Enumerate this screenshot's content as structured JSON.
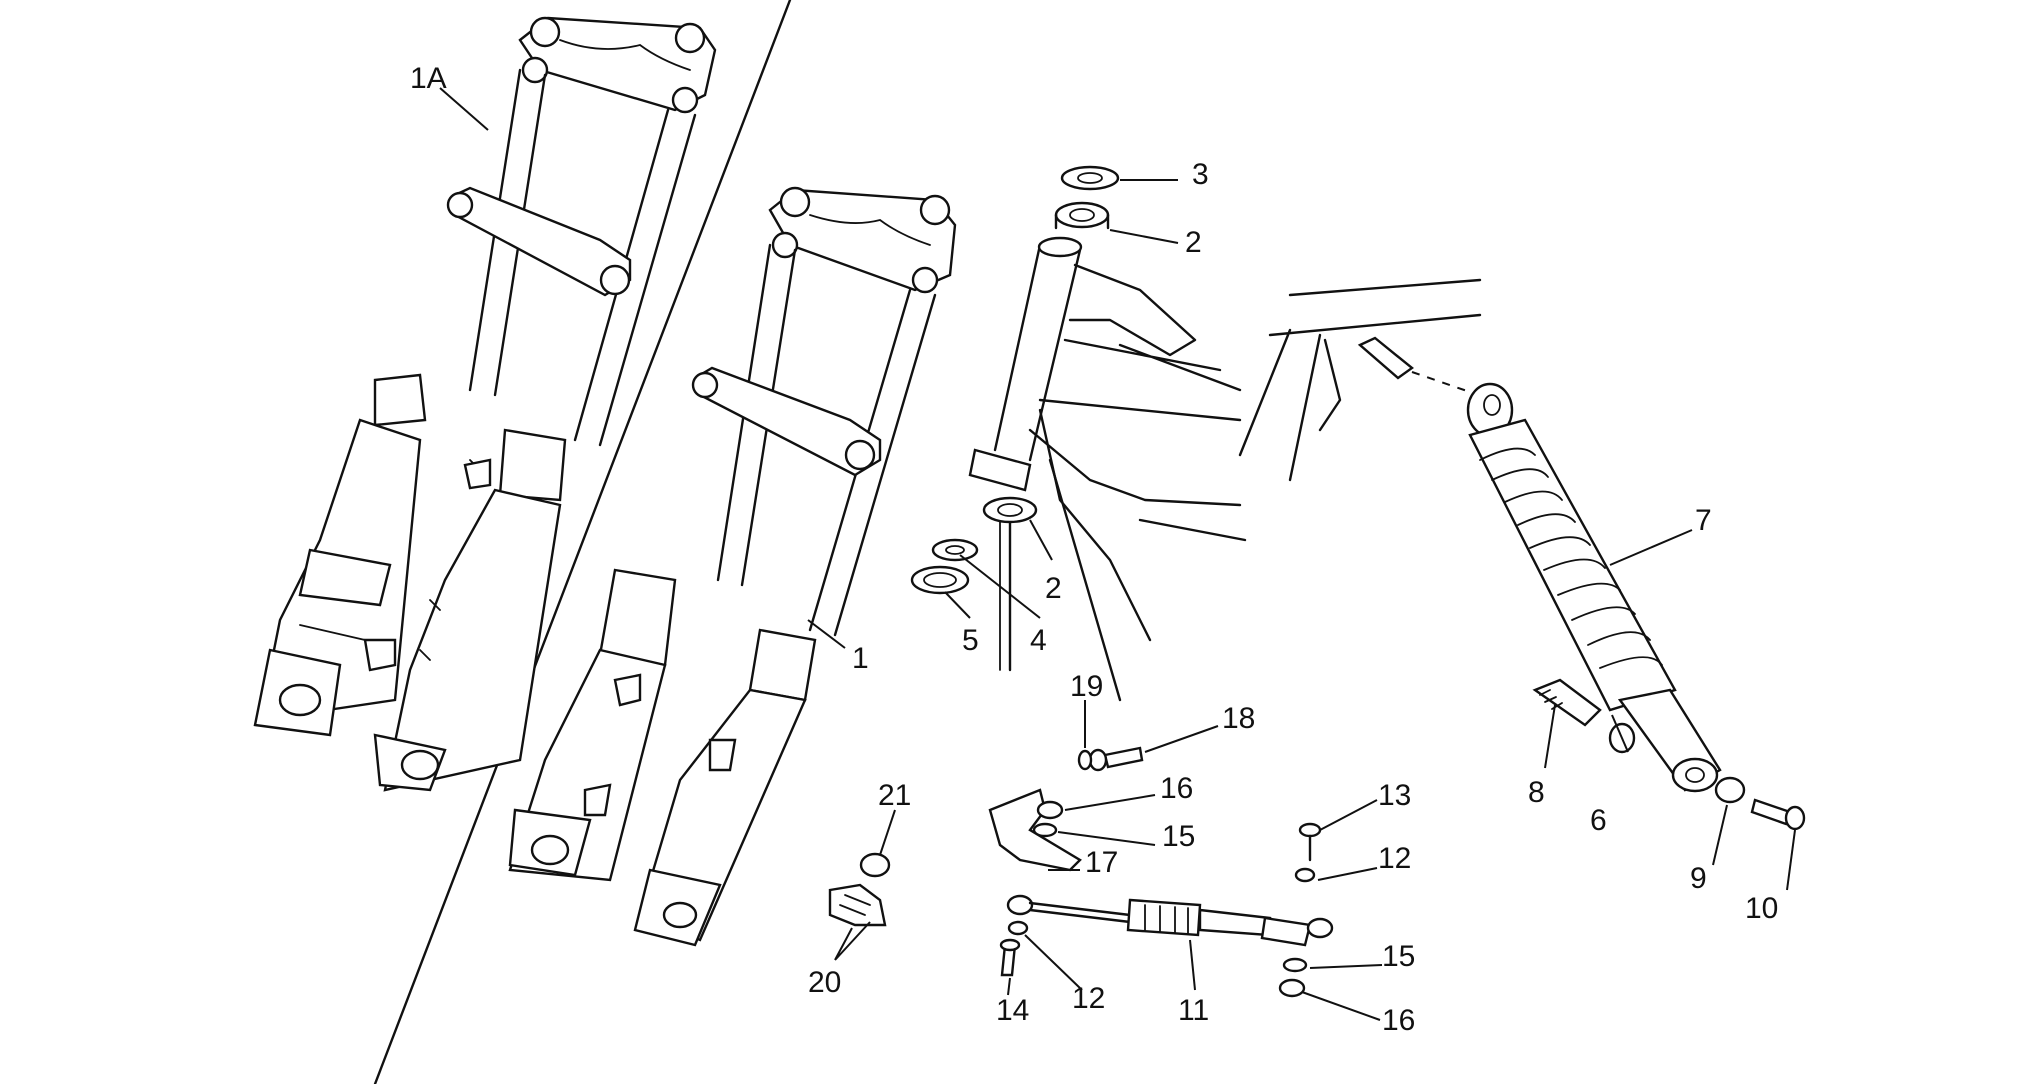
{
  "callouts": [
    {
      "id": "c1A",
      "text": "1A"
    },
    {
      "id": "c1",
      "text": "1"
    },
    {
      "id": "c2a",
      "text": "2"
    },
    {
      "id": "c2b",
      "text": "2"
    },
    {
      "id": "c3",
      "text": "3"
    },
    {
      "id": "c4",
      "text": "4"
    },
    {
      "id": "c5",
      "text": "5"
    },
    {
      "id": "c6",
      "text": "6"
    },
    {
      "id": "c7",
      "text": "7"
    },
    {
      "id": "c8",
      "text": "8"
    },
    {
      "id": "c9",
      "text": "9"
    },
    {
      "id": "c10",
      "text": "10"
    },
    {
      "id": "c11",
      "text": "11"
    },
    {
      "id": "c12a",
      "text": "12"
    },
    {
      "id": "c12b",
      "text": "12"
    },
    {
      "id": "c13",
      "text": "13"
    },
    {
      "id": "c14",
      "text": "14"
    },
    {
      "id": "c15a",
      "text": "15"
    },
    {
      "id": "c15b",
      "text": "15"
    },
    {
      "id": "c16a",
      "text": "16"
    },
    {
      "id": "c16b",
      "text": "16"
    },
    {
      "id": "c17",
      "text": "17"
    },
    {
      "id": "c18",
      "text": "18"
    },
    {
      "id": "c19",
      "text": "19"
    },
    {
      "id": "c20",
      "text": "20"
    },
    {
      "id": "c21",
      "text": "21"
    }
  ]
}
